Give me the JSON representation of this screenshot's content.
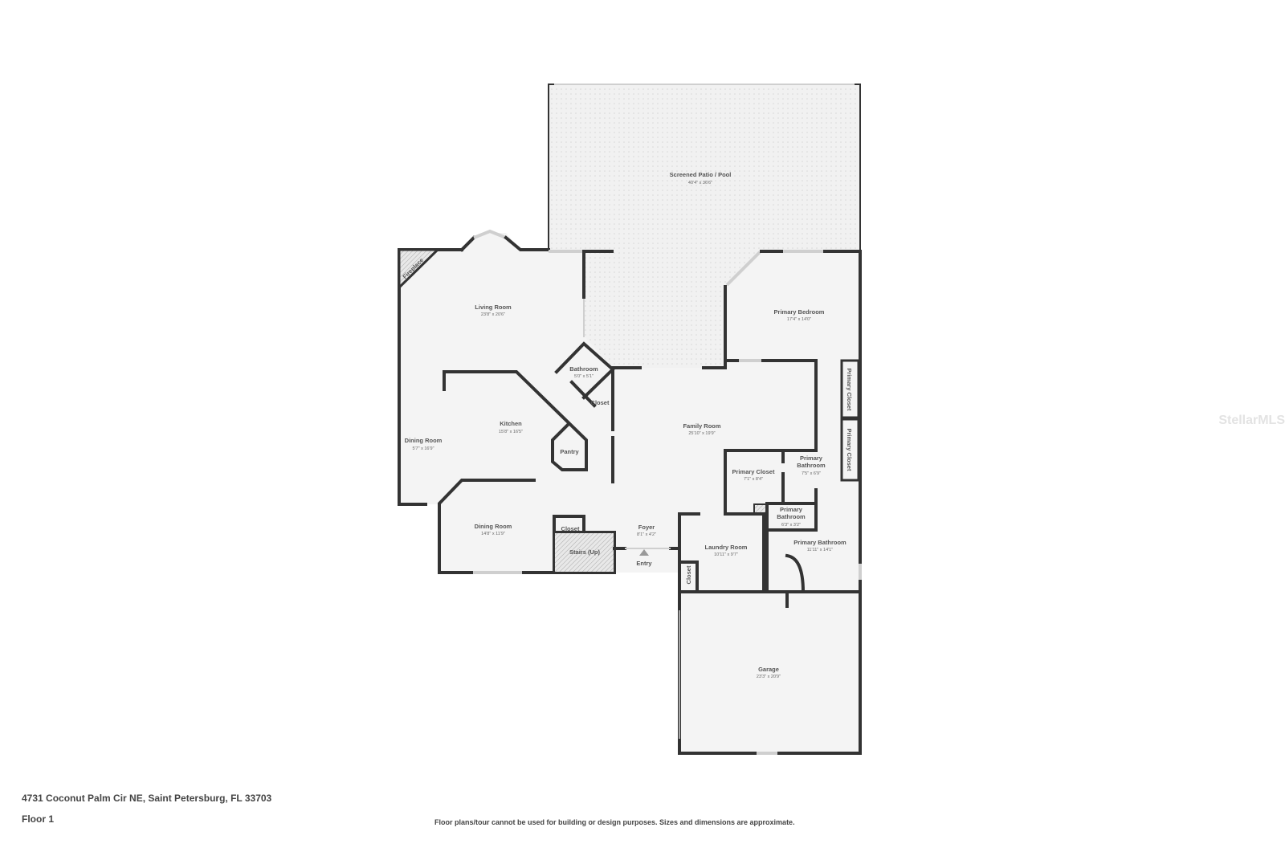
{
  "rooms": {
    "patio": {
      "name": "Screened Patio / Pool",
      "dims": "40'4\" x 36'6\""
    },
    "living": {
      "name": "Living Room",
      "dims": "23'8\" x 20'6\""
    },
    "fireplace": {
      "name": "Fireplace"
    },
    "bathroom": {
      "name": "Bathroom",
      "dims": "5'0\" x 5'1\""
    },
    "closet_hall": {
      "name": "Closet"
    },
    "kitchen": {
      "name": "Kitchen",
      "dims": "15'8\" x 16'5\""
    },
    "dining_nook": {
      "name": "Dining Room",
      "dims": "5'7\" x 16'9\""
    },
    "pantry": {
      "name": "Pantry"
    },
    "family": {
      "name": "Family Room",
      "dims": "25'10\" x 19'9\""
    },
    "primary_bedroom": {
      "name": "Primary Bedroom",
      "dims": "17'4\" x 14'0\""
    },
    "primary_closet_a": {
      "name": "Primary Closet"
    },
    "primary_closet_b": {
      "name": "Primary Closet"
    },
    "primary_bath_1": {
      "name1": "Primary",
      "name2": "Bathroom",
      "dims": "7'5\" x 6'9\""
    },
    "primary_closet_main": {
      "name": "Primary Closet",
      "dims": "7'1\" x 8'4\""
    },
    "primary_bath_2": {
      "name1": "Primary",
      "name2": "Bathroom",
      "dims": "6'3\" x 3'2\""
    },
    "primary_bath_3": {
      "name": "Primary Bathroom",
      "dims": "11'11\" x 14'1\""
    },
    "dining": {
      "name": "Dining Room",
      "dims": "14'8\" x 11'9\""
    },
    "closet_dining": {
      "name": "Closet"
    },
    "stairs": {
      "name": "Stairs (Up)"
    },
    "foyer": {
      "name": "Foyer",
      "dims": "8'1\" x 4'2\""
    },
    "entry": {
      "name": "Entry"
    },
    "laundry": {
      "name": "Laundry Room",
      "dims": "10'11\" x 9'7\""
    },
    "closet_laundry": {
      "name": "Closet"
    },
    "garage": {
      "name": "Garage",
      "dims": "23'3\" x 20'9\""
    }
  },
  "footer": {
    "address": "4731 Coconut Palm Cir NE, Saint Petersburg, FL 33703",
    "floor": "Floor 1",
    "disclaimer": "Floor plans/tour cannot be used for building or design purposes. Sizes and dimensions are approximate."
  },
  "watermark": "StellarMLS",
  "colors": {
    "wall": "#333333",
    "floor": "#f4f4f4",
    "patio": "#ebebeb"
  }
}
